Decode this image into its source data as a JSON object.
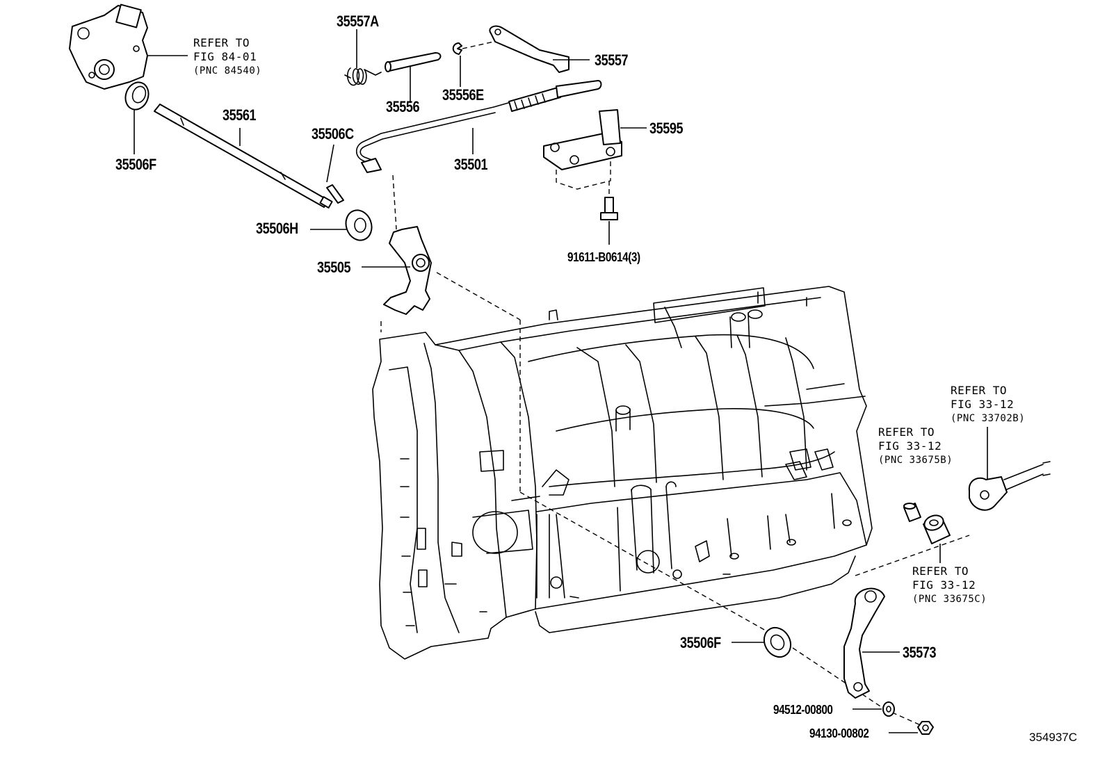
{
  "diagram_code": "354937C",
  "part_labels": {
    "p35557A": "35557A",
    "p35557": "35557",
    "p35556": "35556",
    "p35556E": "35556E",
    "p35561": "35561",
    "p35506F_top": "35506F",
    "p35506C": "35506C",
    "p35501": "35501",
    "p35595": "35595",
    "p35506H": "35506H",
    "p91611": "91611-B0614(3)",
    "p35505": "35505",
    "p35506F_bottom": "35506F",
    "p35573": "35573",
    "p94512": "94512-00800",
    "p94130": "94130-00802"
  },
  "references": {
    "ref_84": {
      "line1": "REFER TO",
      "line2": "FIG 84-01",
      "line3": "(PNC 84540)"
    },
    "ref_33702B": {
      "line1": "REFER TO",
      "line2": "FIG 33-12",
      "line3": "(PNC 33702B)"
    },
    "ref_33675B": {
      "line1": "REFER TO",
      "line2": "FIG 33-12",
      "line3": "(PNC 33675B)"
    },
    "ref_33675C": {
      "line1": "REFER TO",
      "line2": "FIG 33-12",
      "line3": "(PNC 33675C)"
    }
  }
}
